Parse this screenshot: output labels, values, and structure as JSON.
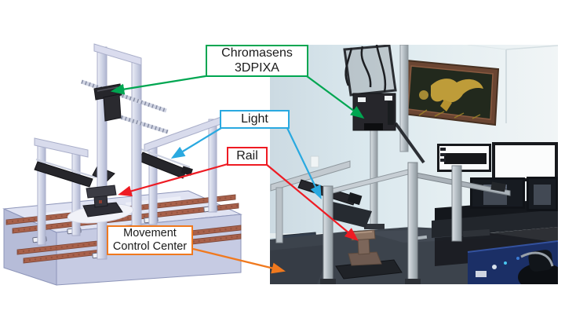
{
  "figure": {
    "kind": "labeled-equipment-figure",
    "panels": {
      "diagram": {
        "name": "cad-model-of-rail-scanning-system",
        "parts": [
          "camera-gantry",
          "camera-unit",
          "side-light-gantries",
          "light-bars",
          "linear-rail-tracks",
          "rail-specimen",
          "movement-platform"
        ]
      },
      "photo": {
        "name": "laboratory-setup-photo",
        "parts": [
          "scanner-camera-rig",
          "light-bar-gantry",
          "rail-specimen",
          "motion-table",
          "monitor-wall",
          "eagle-wall-picture",
          "control-desk"
        ]
      }
    }
  },
  "labels": [
    {
      "id": "chromasens-3dpixa",
      "lines": [
        "Chromasens",
        "3DPIXA"
      ],
      "color": "#00a651",
      "points_to": [
        "camera-unit-diagram",
        "camera-unit-photo"
      ]
    },
    {
      "id": "light",
      "lines": [
        "Light"
      ],
      "color": "#2aa9e0",
      "points_to": [
        "light-bar-diagram",
        "light-bar-photo"
      ]
    },
    {
      "id": "rail",
      "lines": [
        "Rail"
      ],
      "color": "#ee1b23",
      "points_to": [
        "rail-specimen-diagram",
        "rail-specimen-photo"
      ]
    },
    {
      "id": "movement-control-center",
      "lines": [
        "Movement",
        "Control Center"
      ],
      "color": "#f0791e",
      "points_to": [
        "movement-platform-photo"
      ]
    }
  ],
  "palette": {
    "diagram_base_front": "#c6cbe3",
    "diagram_base_top": "#e0e3f2",
    "diagram_base_side": "#b6bcd8",
    "rail_track_brown": "#a8614b",
    "equipment_dark": "#26262b",
    "photo_wall_blue": "#d9e7ed",
    "monitor_screen_white": "#fbfcfc",
    "machine_blue": "#1b2f66"
  }
}
